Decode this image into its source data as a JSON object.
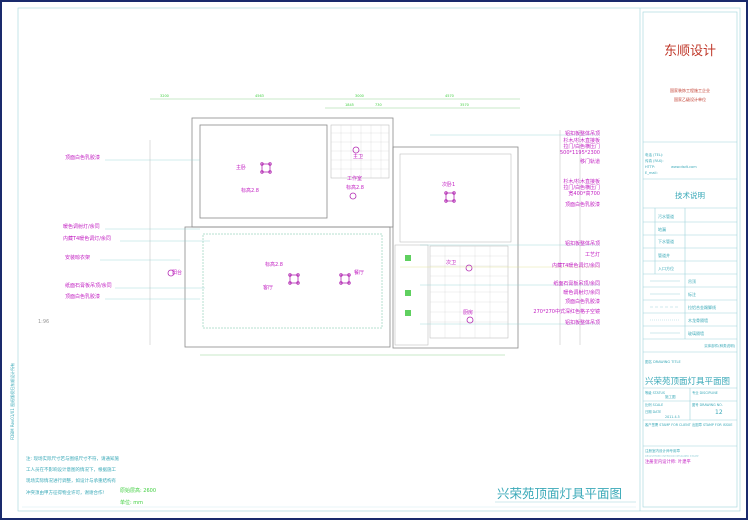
{
  "drawing": {
    "title": "兴荣苑顶面灯具平面图",
    "side_text": "FDBM Rev01/01 图纸版权归东顺设计所有",
    "scale_note": "1:96",
    "rooms": [
      {
        "name": "主卧"
      },
      {
        "name": "标高2.8"
      },
      {
        "name": "主卫"
      },
      {
        "name": "工作室"
      },
      {
        "name": "标高2.8"
      },
      {
        "name": "次卧1"
      },
      {
        "name": "阳台"
      },
      {
        "name": "标高2.8"
      },
      {
        "name": "客厅"
      },
      {
        "name": "餐厅"
      },
      {
        "name": "次卫"
      },
      {
        "name": "厨房"
      }
    ],
    "left_labels": [
      "顶面白色乳胶漆",
      "暖色调射灯/余同",
      "内藏T4暖色调灯/余同",
      "安装晾衣架",
      "纸面石膏板吊顶/余同",
      "顶面白色乳胶漆"
    ],
    "right_labels": [
      "铝扣板整体吊顶",
      "杉木/杉木直接板",
      "拉门/白色横压门",
      "500*1195*2300",
      "移门轨道",
      "杉木/杉木直接板",
      "拉门/白色横压门",
      "宽400*高700",
      "顶面白色乳胶漆",
      "铝扣板整体吊顶",
      "工艺灯",
      "内藏T4暖色调灯/余同",
      "纸面石膏板吊顶/余同",
      "暖色调射灯/余同",
      "顶面白色乳胶漆",
      "270*270中式深红色格子空镜",
      "铝扣板整体吊顶"
    ],
    "dimensions_top": [
      "3200",
      "4563",
      "3000",
      "4570",
      "1845",
      "730",
      "3570"
    ],
    "notes": [
      "注: 现场实际尺寸若与图纸尺寸不符，请通知施",
      "工人员在不影响设计意图的情况下，根据施工",
      "现场实际情况进行调整，如设计与承重结构有",
      "冲突须由甲方征得物业许可，谢谢合作!"
    ],
    "ceiling_height": "原始层高: 2600",
    "unit": "单位: mm"
  },
  "title_block": {
    "company": "东顺设计",
    "sub1": "国家装饰工程施工企业",
    "sub2": "国家乙级设计单位",
    "tel": "电话 (TEL):",
    "fax": "传真 (FAX):",
    "http_label": "HTTP:",
    "http": "www.dsdt.com",
    "email": "E_mail:",
    "tech_title": "技术说明",
    "legend": [
      "污水管道",
      "地漏",
      "下水管道",
      "管道井",
      "入口方位",
      "吊顶",
      "标注",
      "拉铝合金踢脚线",
      "木龙骨隔墙",
      "玻璃隔墙"
    ],
    "parts_note": "实体部件(种类说明)",
    "drawing_title_label": "图名 DRAWING TITLE",
    "drawing_title": "兴荣苑顶面灯具平面图",
    "status_label": "等级 STATUS",
    "status": "施工图",
    "discipline_label": "专业 DISCIPLINE",
    "scale_label": "比例 SCALE",
    "date_label": "日期 DATE",
    "date": "2011.4.5",
    "drawing_no_label": "图号 DRAWING NO.",
    "drawing_no": "12",
    "client_stamp": "客户签署 STAMP FOR CLIENT",
    "issue_stamp": "出图章 STAMP FOR ISSUE",
    "reg_stamp": "注册室内设计师专用章",
    "reg_stamp_en": "REGISTERED INTERIOR DESIGNER STAMP",
    "designer": "注册室内设计师: 叶建平"
  },
  "colors": {
    "frame": "#1a2a6c",
    "magenta": "#c21fc2",
    "cyan": "#3aa9b8",
    "green": "#3fcf3f",
    "company": "#c0392b"
  }
}
